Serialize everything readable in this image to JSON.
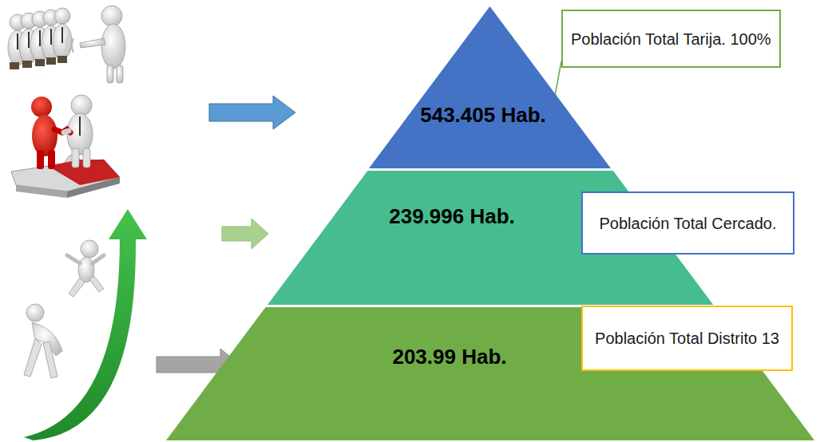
{
  "diagram": {
    "nodes": [
      {
        "text": [
          "543.405 Hab."
        ]
      },
      {
        "text": [
          "Población Total Tarija. 100%"
        ]
      },
      {
        "text": [
          "239.996 Hab."
        ]
      },
      {
        "text": [
          "Población Total Cercado."
        ]
      },
      {
        "text": [
          "203.99 Hab."
        ]
      },
      {
        "text": [
          "Población Total Distrito 13"
        ]
      }
    ],
    "edges": [
      {
        "from": 0,
        "to": 1,
        "arrow": "none"
      },
      {
        "from": 2,
        "to": 3,
        "arrow": "none"
      },
      {
        "from": 4,
        "to": 5,
        "arrow": "none"
      }
    ]
  }
}
